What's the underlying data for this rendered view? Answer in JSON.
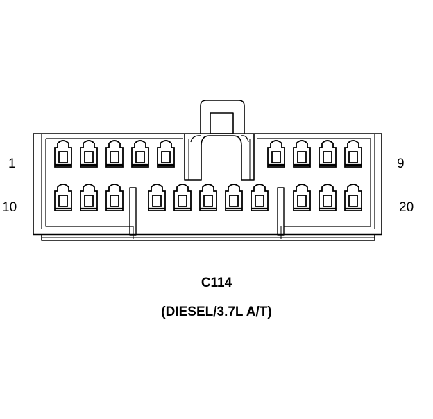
{
  "connector": {
    "id": "C114",
    "description": "(DIESEL/3.7L A/T)",
    "pin_labels": {
      "top_left": "1",
      "top_right": "9",
      "bottom_left": "10",
      "bottom_right": "20"
    },
    "top_row_pin_count": 9,
    "bottom_row_pin_count": 11,
    "line_color": "#000000",
    "background_color": "#ffffff"
  }
}
